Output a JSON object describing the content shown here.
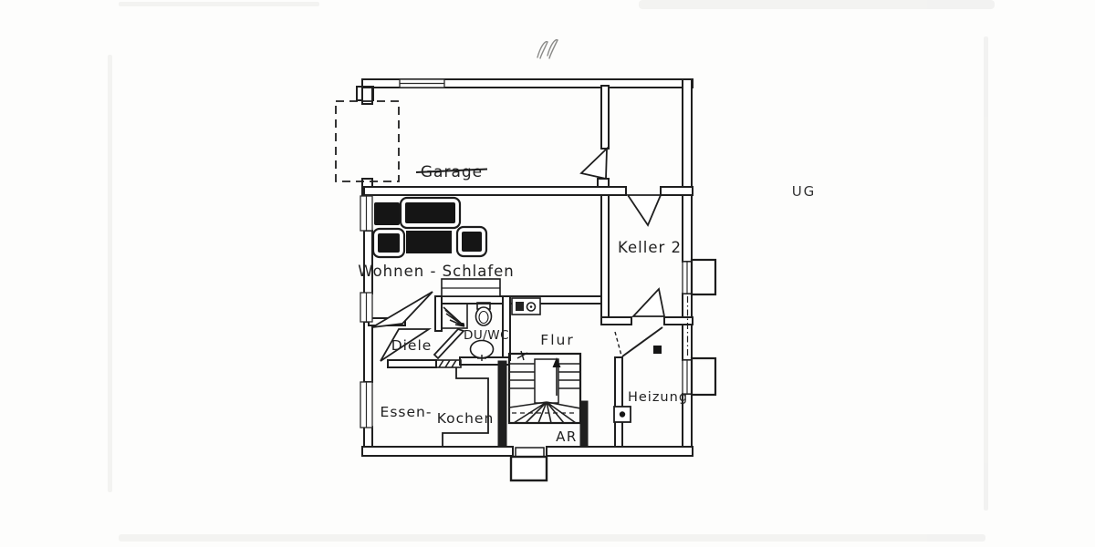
{
  "floor_plan": {
    "floor_label": "UG",
    "labels": {
      "garage": "Garage",
      "wohnen_schlafen": "Wohnen - Schlafen",
      "keller2": "Keller 2",
      "diele": "Diele",
      "du_wc": "DU/WC",
      "flur": "Flur",
      "essen": "Essen-",
      "kochen": "Kochen",
      "heizung": "Heizung",
      "ar": "AR"
    },
    "garage_struck_through": true,
    "stair_direction": "up",
    "colors": {
      "ink": "#1f1f1f",
      "paper": "#fdfdfc",
      "furniture_fill": "#151515"
    }
  }
}
